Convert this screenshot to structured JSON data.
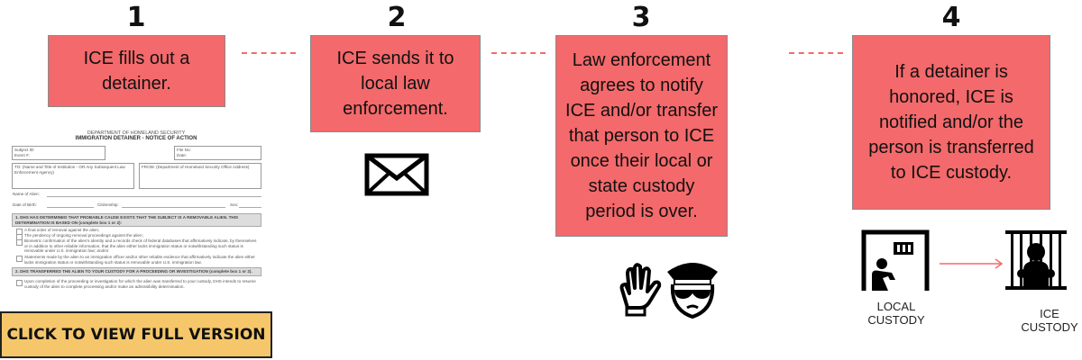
{
  "steps": [
    {
      "number": "1",
      "text": "ICE fills out a detainer."
    },
    {
      "number": "2",
      "text": "ICE sends it to local law enforcement."
    },
    {
      "number": "3",
      "text": "Law enforcement agrees to notify ICE and/or transfer that person to ICE once their local or state custody period is over."
    },
    {
      "number": "4",
      "text": "If a detainer is honored, ICE is notified and/or the person is transferred to ICE custody."
    }
  ],
  "form": {
    "agency": "DEPARTMENT OF HOMELAND SECURITY",
    "title": "IMMIGRATION DETAINER - NOTICE OF ACTION",
    "subject_id": "Subject ID:",
    "event": "Event #:",
    "file_no": "File No:",
    "date": "Date:",
    "to": "TO: (Name and Title of Institution - OR Any Subsequent Law Enforcement Agency)",
    "from": "FROM: (Department of Homeland Security Office Address)",
    "name": "Name of Alien:",
    "dob": "Date of Birth:",
    "citizenship": "Citizenship:",
    "sex": "Sex:",
    "section1": "1. DHS HAS DETERMINED THAT PROBABLE CAUSE EXISTS THAT THE SUBJECT IS A REMOVABLE ALIEN. THIS DETERMINATION IS BASED ON (complete box 1 or 2):",
    "options1": [
      "A final order of removal against the alien;",
      "The pendency of ongoing removal proceedings against the alien;",
      "Biometric confirmation of the alien's identity and a records check of federal databases that affirmatively indicate, by themselves or in addition to other reliable information, that the alien either lacks immigration status or notwithstanding such status is removable under U.S. immigration law; and/or",
      "Statements made by the alien to an immigration officer and/or other reliable evidence that affirmatively indicate the alien either lacks immigration status or notwithstanding such status is removable under U.S. immigration law."
    ],
    "section2": "2. DHS TRANSFERRED THE ALIEN TO YOUR CUSTODY FOR A PROCEEDING OR INVESTIGATION (complete box 1 or 2).",
    "options2": [
      "Upon completion of the proceeding or investigation for which the alien was transferred to your custody, DHS intends to resume custody of the alien to complete processing and/or make an admissibility determination."
    ]
  },
  "cta": {
    "label": "CLICK TO VIEW FULL VERSION"
  },
  "custody": {
    "local": "LOCAL CUSTODY",
    "ice": "ICE CUSTODY"
  },
  "colors": {
    "box": "#f4696b",
    "button": "#f5c76a",
    "arrow": "#f4696b"
  },
  "icons": [
    "envelope-icon",
    "stop-hand-icon",
    "police-officer-icon",
    "jail-cell-icon",
    "prisoner-behind-bars-icon"
  ]
}
